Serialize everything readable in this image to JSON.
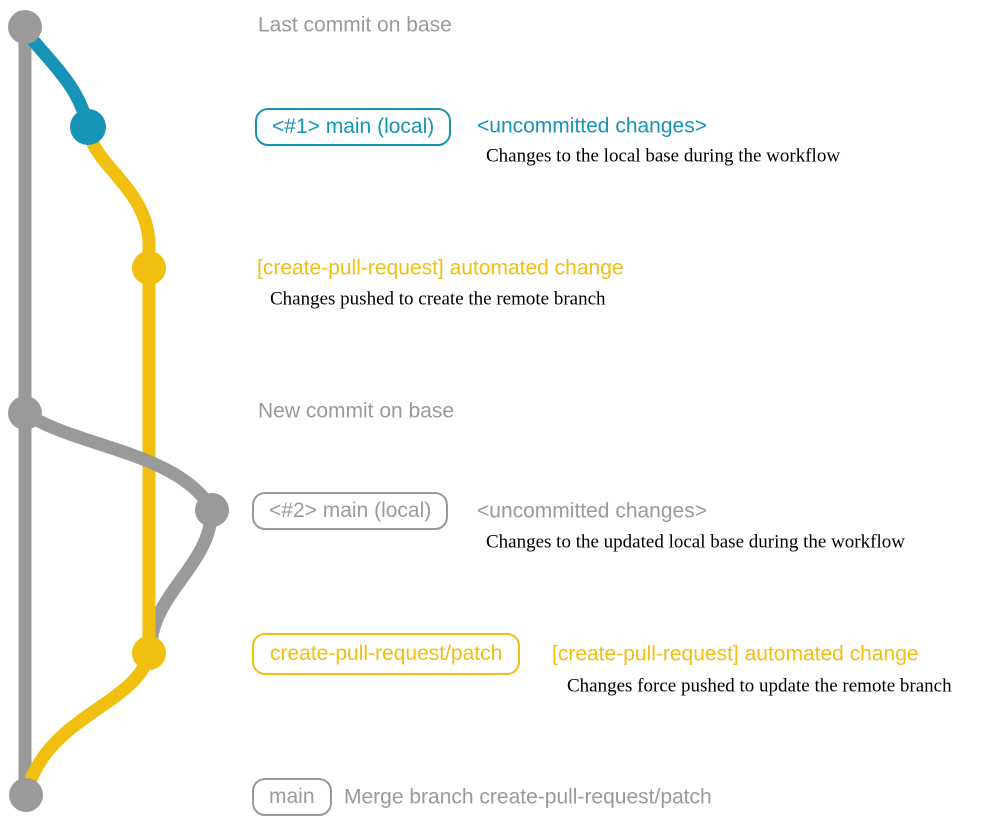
{
  "colors": {
    "gray": "#9a9a9a",
    "blue": "#1793b8",
    "yellow": "#f0bf10",
    "text_black": "#000000",
    "background": "#ffffff"
  },
  "annotations": {
    "last_commit_label": "Last commit on base",
    "new_commit_label": "New commit on base",
    "merge_commit_label": "Merge branch create-pull-request/patch"
  },
  "events": {
    "main_local_1": {
      "badge": "<#1> main (local)",
      "status": "<uncommitted changes>",
      "description": "Changes to the local base during the workflow"
    },
    "automated_change_1": {
      "title": "[create-pull-request] automated change",
      "description": "Changes pushed to create the remote branch"
    },
    "main_local_2": {
      "badge": "<#2> main (local)",
      "status": "<uncommitted changes>",
      "description": "Changes to the updated local base during the workflow"
    },
    "automated_change_2": {
      "badge": "create-pull-request/patch",
      "title": "[create-pull-request] automated change",
      "description": "Changes force pushed to update the remote branch"
    },
    "merge_commit": {
      "badge": "main"
    }
  }
}
